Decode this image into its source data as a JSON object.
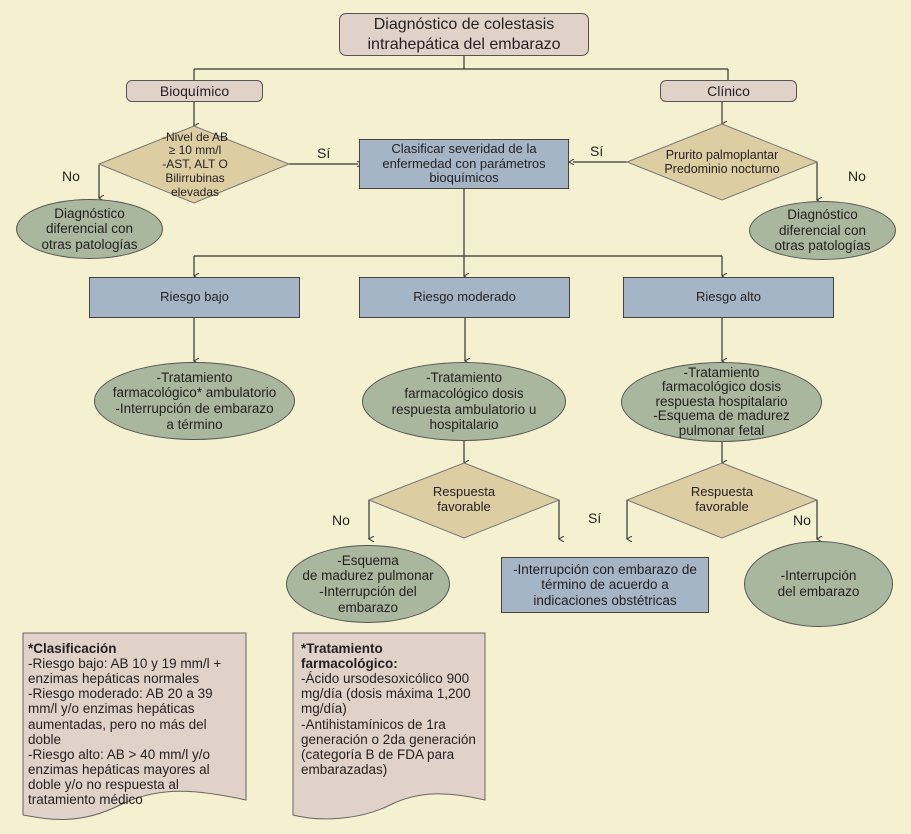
{
  "title": [
    "Diagnóstico de colestasis",
    "intrahepática del embarazo"
  ],
  "branches": {
    "biochemical": "Bioquímico",
    "clinical": "Clínico"
  },
  "decision_biochemical": [
    "-Nivel de AB",
    "≥ 10 mm/l",
    "-AST, ALT O",
    "Bilirrubinas",
    "elevadas"
  ],
  "decision_clinical": [
    "Prurito palmoplantar",
    "Predominio nocturno"
  ],
  "classify": [
    "Clasificar severidad de la",
    "enfermedad con parámetros",
    "bioquímicos"
  ],
  "differential_left": [
    "Diagnóstico",
    "diferencial con",
    "otras patologías"
  ],
  "differential_right": [
    "Diagnóstico",
    "diferencial con",
    "otras patologías"
  ],
  "labels": {
    "yes": "Sí",
    "no": "No"
  },
  "risk": {
    "low": "Riesgo bajo",
    "moderate": "Riesgo moderado",
    "high": "Riesgo alto"
  },
  "treatment_low": [
    "-Tratamiento",
    "farmacológico* ambulatorio",
    "-Interrupción de embarazo",
    "a término"
  ],
  "treatment_moderate": [
    "-Tratamiento",
    "farmacológico dosis",
    "respuesta ambulatorio u",
    "hospitalario"
  ],
  "treatment_high": [
    "-Tratamiento",
    "farmacológico dosis",
    "respuesta hospitalario",
    "-Esquema de madurez",
    "pulmonar fetal"
  ],
  "favorable_response": [
    "Respuesta",
    "favorable"
  ],
  "outcome_moderate_no": [
    "-Esquema",
    "de madurez pulmonar",
    "-Interrupción del",
    "embarazo"
  ],
  "outcome_yes": [
    "-Interrupción con embarazo de",
    "término de acuerdo a",
    "indicaciones obstétricas"
  ],
  "outcome_high_no": [
    "-Interrupción",
    "del embarazo"
  ],
  "note_classification": {
    "heading": "*Clasificación",
    "lines": [
      "-Riesgo bajo: AB 10 y 19 mm/l +",
      "enzimas hepáticas normales",
      "-Riesgo moderado: AB 20 a 39",
      "mm/l y/o enzimas hepáticas",
      "aumentadas, pero no más del",
      "doble",
      "-Riesgo alto: AB > 40 mm/l y/o",
      "enzimas hepáticas mayores al",
      "doble y/o no respuesta al",
      "tratamiento médico"
    ]
  },
  "note_treatment": {
    "heading": [
      "*Tratamiento",
      "farmacológico:"
    ],
    "lines": [
      "-Ácido ursodesoxicólico 900",
      "mg/día (dosis máxima 1,200",
      "mg/día)",
      "-Antihistamínicos de 1ra",
      "generación o 2da generación",
      "(categoría B de FDA para",
      "embarazadas)"
    ]
  }
}
